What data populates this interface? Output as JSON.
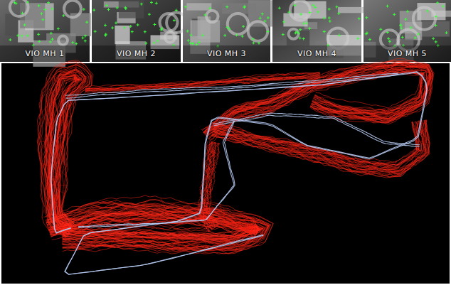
{
  "diagram": {
    "labels": [
      "VIO MH 1",
      "VIO MH 2",
      "VIO MH 3",
      "VIO MH 4",
      "VIO MH 5"
    ]
  }
}
